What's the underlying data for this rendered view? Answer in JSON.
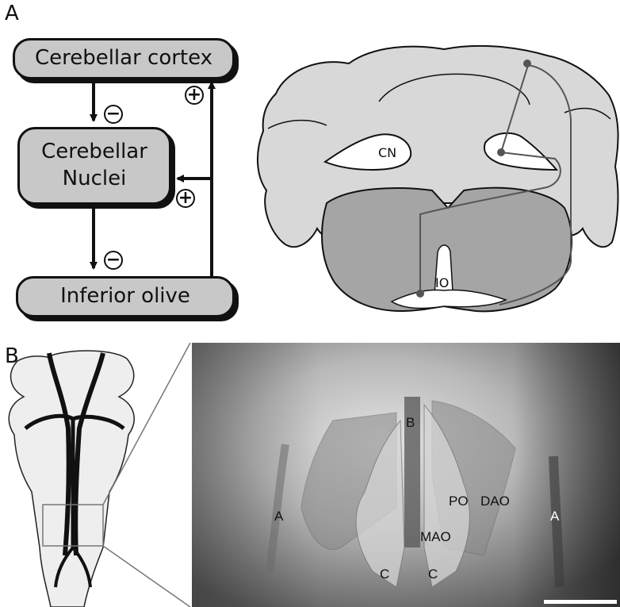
{
  "panel_a": {
    "letter": "A",
    "boxes": {
      "cortex": "Cerebellar cortex",
      "nuclei_line1": "Cerebellar",
      "nuclei_line2": "Nuclei",
      "olive": "Inferior olive"
    },
    "signs": {
      "minus": "−",
      "plus": "+"
    },
    "section_labels": {
      "cn": "CN",
      "io": "IO"
    }
  },
  "panel_b": {
    "letter": "B",
    "labels": {
      "b": "B",
      "a": "A",
      "po": "PO",
      "dao": "DAO",
      "mao": "MAO",
      "c": "C"
    }
  },
  "colors": {
    "box_fill": "#c8c8c8",
    "outline": "#111111",
    "cerebellum_fill": "#d8d8d8",
    "brainstem_fill": "#a5a5a5",
    "olive_overlay": "#8a8a8a"
  }
}
